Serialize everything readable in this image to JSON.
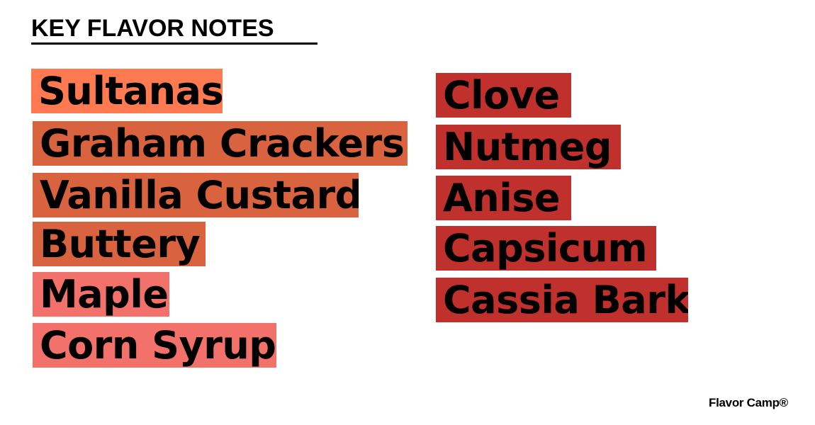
{
  "header": {
    "title": "KEY FLAVOR NOTES"
  },
  "notes": {
    "left": [
      {
        "label": "Sultanas"
      },
      {
        "label": "Graham Crackers"
      },
      {
        "label": "Vanilla Custard"
      },
      {
        "label": "Buttery"
      },
      {
        "label": "Maple"
      },
      {
        "label": "Corn Syrup"
      }
    ],
    "right": [
      {
        "label": "Clove"
      },
      {
        "label": "Nutmeg"
      },
      {
        "label": "Anise"
      },
      {
        "label": "Capsicum"
      },
      {
        "label": "Cassia Bark"
      }
    ]
  },
  "colors": {
    "orange": "#ff7a50",
    "burnt_orange": "#d9623f",
    "salmon": "#f2716a",
    "red": "#c0302c",
    "text": "#000000",
    "background": "#ffffff"
  },
  "footer": {
    "brand": "Flavor Camp®"
  }
}
